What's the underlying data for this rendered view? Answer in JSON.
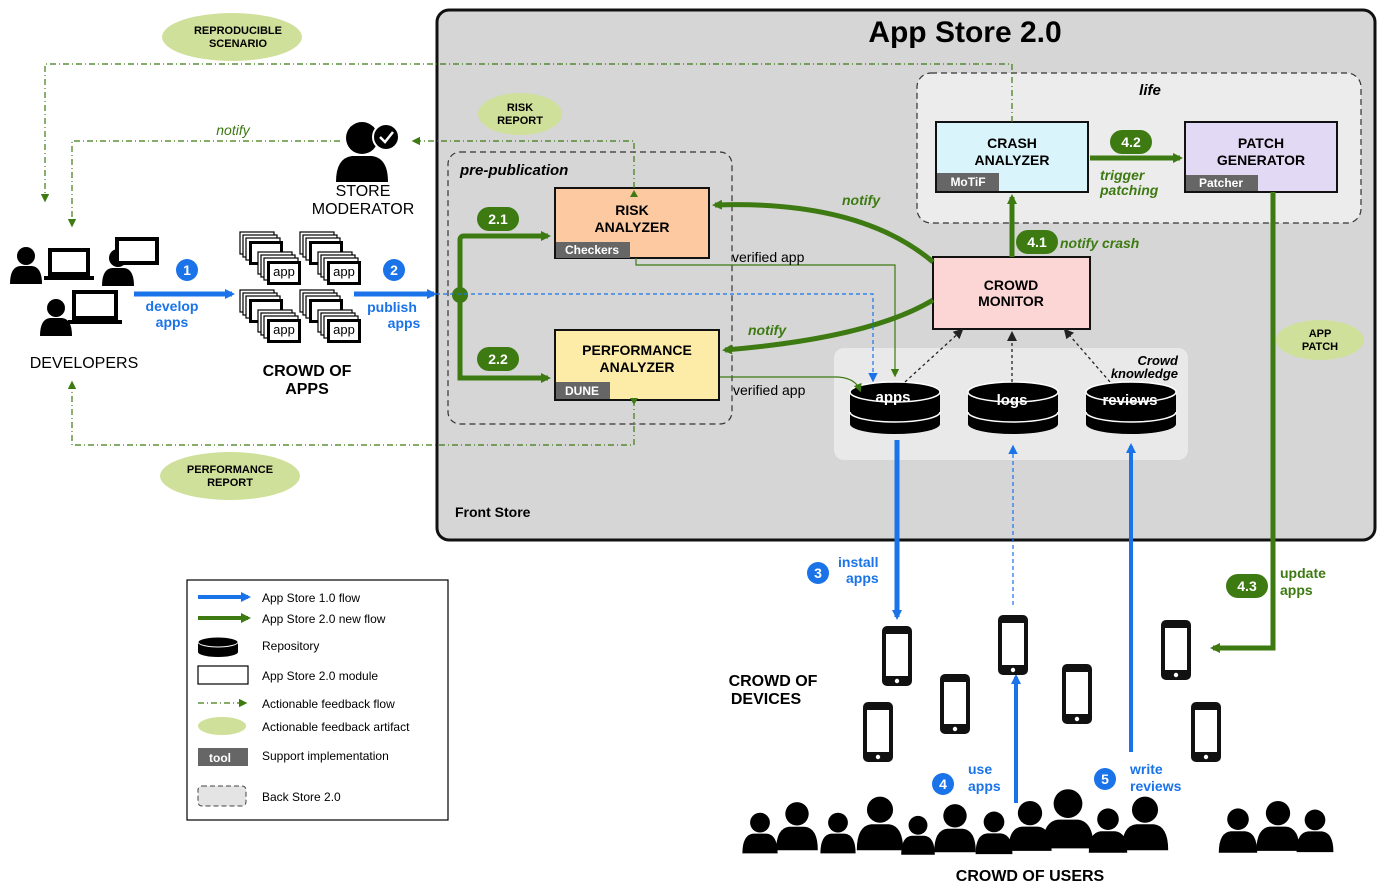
{
  "title": "App Store 2.0",
  "front_store": "Front Store",
  "life": "life",
  "pre_publication": "pre-publication",
  "crowd_knowledge": [
    "Crowd",
    "knowledge"
  ],
  "modules": {
    "crash": [
      "CRASH",
      "ANALYZER"
    ],
    "patch": [
      "PATCH",
      "GENERATOR"
    ],
    "risk": [
      "RISK",
      "ANALYZER"
    ],
    "performance": [
      "PERFORMANCE",
      "ANALYZER"
    ],
    "crowd_monitor": [
      "CROWD",
      "MONITOR"
    ]
  },
  "tools": {
    "motif": "MoTiF",
    "patcher": "Patcher",
    "checkers": "Checkers",
    "dune": "DUNE"
  },
  "repositories": {
    "apps": "apps",
    "logs": "logs",
    "reviews": "reviews"
  },
  "artifacts": {
    "reproducible": [
      "REPRODUCIBLE",
      "SCENARIO"
    ],
    "risk_report": [
      "RISK",
      "REPORT"
    ],
    "performance_report": [
      "PERFORMANCE",
      "REPORT"
    ],
    "app_patch": [
      "APP",
      "PATCH"
    ]
  },
  "steps": {
    "s1": "1",
    "s2": "2",
    "s3": "3",
    "s4": "4",
    "s5": "5",
    "s21": "2.1",
    "s22": "2.2",
    "s41": "4.1",
    "s42": "4.2",
    "s43": "4.3"
  },
  "labels": {
    "develop": [
      "develop",
      "apps"
    ],
    "publish": [
      "publish",
      "apps"
    ],
    "install": [
      "install",
      "apps"
    ],
    "use": [
      "use",
      "apps"
    ],
    "write": [
      "write",
      "reviews"
    ],
    "notify": "notify",
    "notify_crash": "notify crash",
    "trigger": [
      "trigger",
      "patching"
    ],
    "update": [
      "update",
      "apps"
    ],
    "verified_app": "verified app"
  },
  "actors": {
    "developers": "DEVELOPERS",
    "store_moderator": [
      "STORE",
      "MODERATOR"
    ],
    "crowd_of_apps": [
      "CROWD OF",
      "APPS"
    ],
    "crowd_of_devices": [
      "CROWD OF",
      "DEVICES"
    ],
    "crowd_of_users": "CROWD OF USERS",
    "app_icon": "app"
  },
  "legend": [
    "App Store 1.0 flow",
    "App Store 2.0 new flow",
    "Repository",
    "App Store 2.0 module",
    "Actionable feedback flow",
    "Actionable feedback artifact",
    "Support implementation",
    "Back Store 2.0"
  ],
  "legend_tool": "tool",
  "colors": {
    "blue": "#1a73e8",
    "green": "#3d7a12",
    "artifact": "#cfe09a",
    "frontstore": "#d6d6d6",
    "crash": "#d9f4fb",
    "patch": "#e2d9f5",
    "risk": "#fcc9a0",
    "performance": "#fdeca8",
    "monitor": "#fcd5d5",
    "tool": "#666666"
  }
}
